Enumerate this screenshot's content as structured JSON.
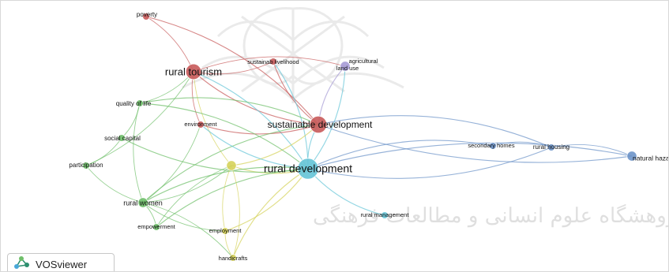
{
  "app": {
    "brand_label": "VOSviewer",
    "brand_icon": "vosviewer-logo-icon",
    "watermark_text": "پژوهشگاه علوم انسانی و مطالعات فرهنگی"
  },
  "legend_clusters": {
    "red": "#c85a5a",
    "cyan": "#68c6d8",
    "green": "#6fbf6a",
    "yellow": "#d6d35b",
    "blue": "#6d94c9",
    "purple": "#a69bd6"
  },
  "nodes": [
    {
      "id": "poverty",
      "label": "poverty",
      "cluster": "red",
      "weight": 1
    },
    {
      "id": "sustainable_livelihood",
      "label": "sustainab livelihood",
      "cluster": "red",
      "weight": 1
    },
    {
      "id": "agricultural_land_use",
      "label": "agricultural land use",
      "cluster": "purple",
      "weight": 2
    },
    {
      "id": "rural_tourism",
      "label": "rural tourism",
      "cluster": "red",
      "weight": 5
    },
    {
      "id": "quality_of_life",
      "label": "quality of life",
      "cluster": "green",
      "weight": 1
    },
    {
      "id": "environment",
      "label": "environment",
      "cluster": "red",
      "weight": 1
    },
    {
      "id": "sustainable_development",
      "label": "sustainable development",
      "cluster": "red",
      "weight": 6
    },
    {
      "id": "social_capital",
      "label": "social capital",
      "cluster": "green",
      "weight": 1
    },
    {
      "id": "participation",
      "label": "participation",
      "cluster": "green",
      "weight": 1
    },
    {
      "id": "secondary_homes",
      "label": "secondary homes",
      "cluster": "blue",
      "weight": 1
    },
    {
      "id": "rural_housing",
      "label": "rural housing",
      "cluster": "blue",
      "weight": 1
    },
    {
      "id": "natural_hazards",
      "label": "natural hazards",
      "cluster": "blue",
      "weight": 2
    },
    {
      "id": "yellow_hub",
      "label": "",
      "cluster": "yellow",
      "weight": 2
    },
    {
      "id": "rural_development",
      "label": "rural development",
      "cluster": "cyan",
      "weight": 9
    },
    {
      "id": "rural_women",
      "label": "rural women",
      "cluster": "green",
      "weight": 2
    },
    {
      "id": "rural_management",
      "label": "rural management",
      "cluster": "cyan",
      "weight": 1
    },
    {
      "id": "empowerment",
      "label": "empowerment",
      "cluster": "green",
      "weight": 1
    },
    {
      "id": "employment",
      "label": "employment",
      "cluster": "yellow",
      "weight": 1
    },
    {
      "id": "handicrafts",
      "label": "handicrafts",
      "cluster": "yellow",
      "weight": 1
    }
  ],
  "links": [
    [
      "rural_tourism",
      "sustainable_development"
    ],
    [
      "rural_tourism",
      "rural_development"
    ],
    [
      "rural_tourism",
      "sustainable_livelihood"
    ],
    [
      "rural_tourism",
      "agricultural_land_use"
    ],
    [
      "rural_tourism",
      "poverty"
    ],
    [
      "rural_tourism",
      "quality_of_life"
    ],
    [
      "rural_tourism",
      "environment"
    ],
    [
      "rural_tourism",
      "participation"
    ],
    [
      "rural_tourism",
      "yellow_hub"
    ],
    [
      "poverty",
      "sustainable_development"
    ],
    [
      "sustainable_livelihood",
      "sustainable_development"
    ],
    [
      "sustainable_livelihood",
      "rural_development"
    ],
    [
      "agricultural_land_use",
      "sustainable_development"
    ],
    [
      "agricultural_land_use",
      "rural_development"
    ],
    [
      "sustainable_development",
      "rural_development"
    ],
    [
      "sustainable_development",
      "environment"
    ],
    [
      "sustainable_development",
      "quality_of_life"
    ],
    [
      "sustainable_development",
      "yellow_hub"
    ],
    [
      "sustainable_development",
      "natural_hazards"
    ],
    [
      "sustainable_development",
      "rural_housing"
    ],
    [
      "sustainable_development",
      "rural_women"
    ],
    [
      "rural_development",
      "secondary_homes"
    ],
    [
      "rural_development",
      "rural_housing"
    ],
    [
      "rural_development",
      "natural_hazards"
    ],
    [
      "rural_development",
      "rural_management"
    ],
    [
      "rural_development",
      "yellow_hub"
    ],
    [
      "rural_development",
      "rural_women"
    ],
    [
      "rural_development",
      "social_capital"
    ],
    [
      "rural_development",
      "quality_of_life"
    ],
    [
      "rural_development",
      "environment"
    ],
    [
      "rural_development",
      "empowerment"
    ],
    [
      "rural_development",
      "employment"
    ],
    [
      "rural_development",
      "handicrafts"
    ],
    [
      "quality_of_life",
      "social_capital"
    ],
    [
      "quality_of_life",
      "rural_women"
    ],
    [
      "social_capital",
      "participation"
    ],
    [
      "participation",
      "rural_women"
    ],
    [
      "rural_women",
      "empowerment"
    ],
    [
      "rural_women",
      "employment"
    ],
    [
      "rural_women",
      "handicrafts"
    ],
    [
      "yellow_hub",
      "employment"
    ],
    [
      "yellow_hub",
      "handicrafts"
    ],
    [
      "yellow_hub",
      "empowerment"
    ],
    [
      "yellow_hub",
      "rural_women"
    ],
    [
      "employment",
      "handicrafts"
    ],
    [
      "environment",
      "rural_women"
    ],
    [
      "natural_hazards",
      "rural_housing"
    ],
    [
      "secondary_homes",
      "rural_housing"
    ]
  ]
}
